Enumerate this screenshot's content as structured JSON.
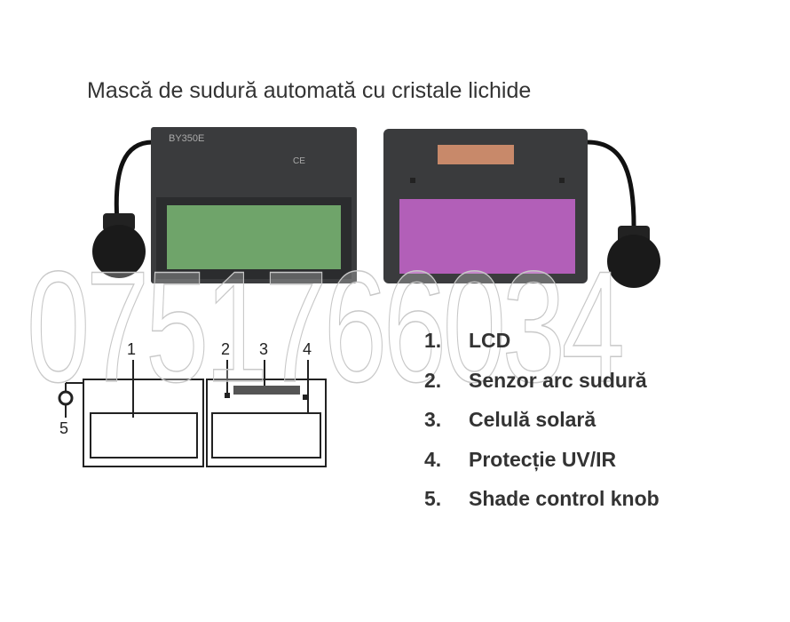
{
  "title": "Mască de sudură automată cu cristale lichide",
  "device_front": {
    "model": "BY350E",
    "marks": "CE"
  },
  "watermark": "0751766034",
  "diagram_labels": [
    "1",
    "2",
    "3",
    "4",
    "5"
  ],
  "legend": [
    {
      "num": "1.",
      "text": "LCD"
    },
    {
      "num": "2.",
      "text": "Senzor arc sudură"
    },
    {
      "num": "3.",
      "text": "Celulă solară"
    },
    {
      "num": "4.",
      "text": "Protecție UV/IR"
    },
    {
      "num": "5.",
      "text": "Shade control knob"
    }
  ],
  "colors": {
    "lcd_front": "#6fa46a",
    "lcd_back": "#b25fb8",
    "solar_cell": "#c8896a",
    "housing": "#3a3b3d"
  }
}
